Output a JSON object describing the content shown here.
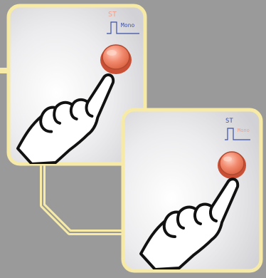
{
  "colors": {
    "background": "#9a9a9a",
    "connector": "#f6eaa6",
    "panel_border": "#f6eaa6",
    "panel_fill": "#e8e8ea",
    "button_orange": "#f28a6e",
    "button_rim": "#c94f35",
    "label_highlight": "#f1a08a",
    "label_normal": "#3a4fa6",
    "hand_fill": "#ffffff",
    "hand_stroke": "#111111"
  },
  "panel_1": {
    "label_top": "ST",
    "label_bottom": "Mono",
    "active_mode": "ST"
  },
  "panel_2": {
    "label_top": "ST",
    "label_bottom": "Mono",
    "active_mode": "Mono"
  },
  "icons": {
    "hand": "pointing-hand-icon",
    "button": "push-button-icon",
    "waveform": "pulse-waveform-icon"
  }
}
